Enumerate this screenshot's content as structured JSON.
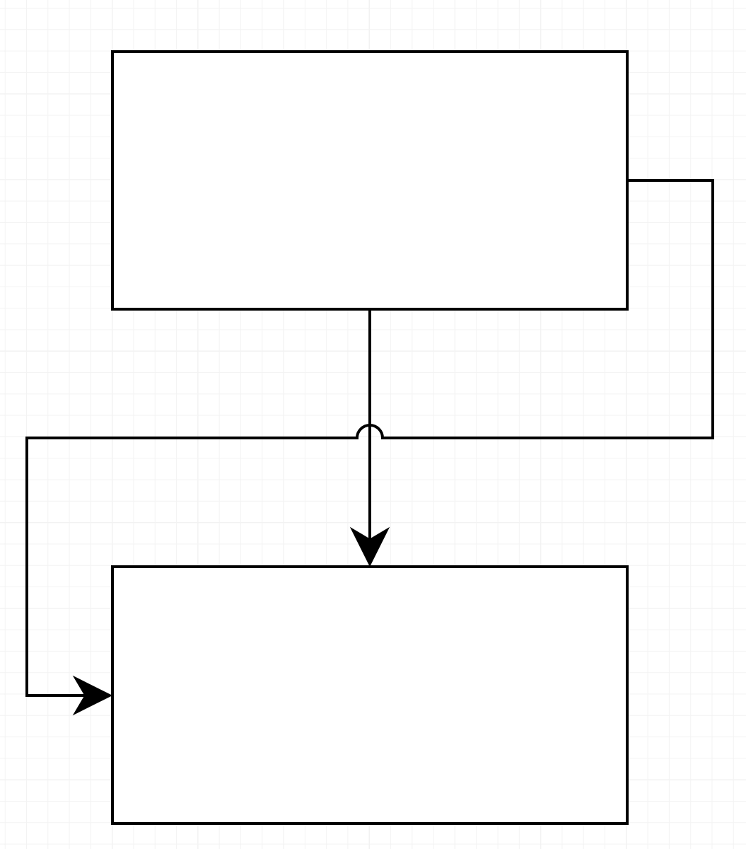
{
  "diagram": {
    "nodes": [
      {
        "id": "node-top",
        "label": ""
      },
      {
        "id": "node-bottom",
        "label": ""
      }
    ],
    "edges": [
      {
        "from": "node-top",
        "to": "node-bottom",
        "label": "",
        "style": "straight-arrow"
      },
      {
        "from": "node-top",
        "to": "node-bottom",
        "label": "",
        "style": "orthogonal-with-line-jump"
      }
    ],
    "colors": {
      "stroke": "#000000",
      "fill": "#ffffff",
      "grid": "#dedede"
    }
  }
}
